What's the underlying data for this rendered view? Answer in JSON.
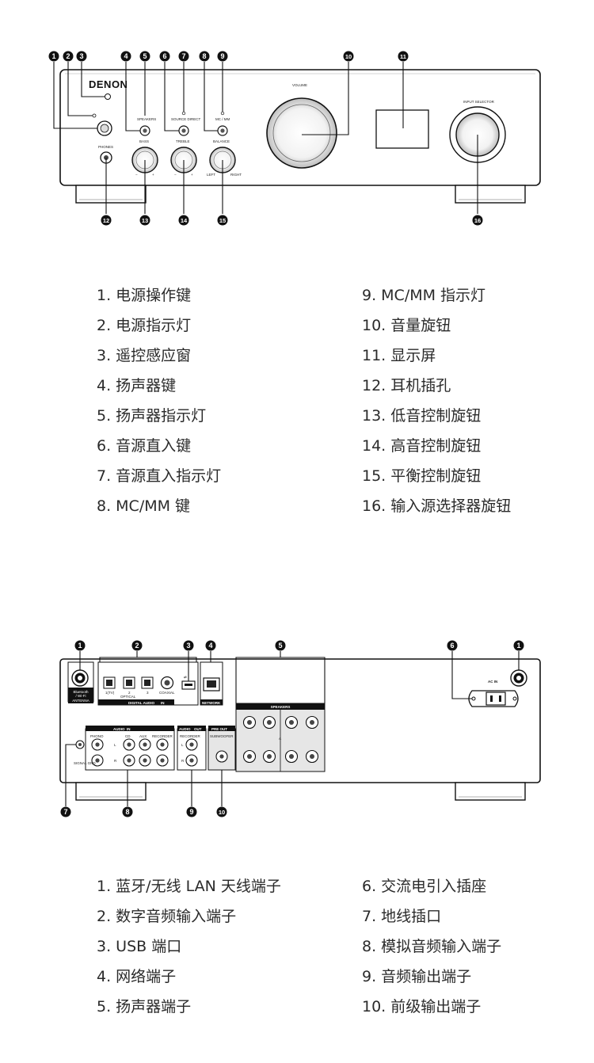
{
  "front_panel": {
    "brand": "DENON",
    "labels": {
      "volume": "VOLUME",
      "input_selector": "INPUT SELECTOR",
      "speakers": "SPEAKERS",
      "source_direct": "SOURCE DIRECT",
      "mc_mm": "MC / MM",
      "bass": "BASS",
      "treble": "TREBLE",
      "balance": "BALANCE",
      "phones": "PHONES",
      "left": "LEFT",
      "right": "RIGHT",
      "minus": "−",
      "plus": "+"
    },
    "callouts": [
      "1",
      "2",
      "3",
      "4",
      "5",
      "6",
      "7",
      "8",
      "9",
      "10",
      "11",
      "12",
      "13",
      "14",
      "15",
      "16"
    ],
    "items_left": [
      "1. 电源操作键",
      "2. 电源指示灯",
      "3. 遥控感应窗",
      "4. 扬声器键",
      "5. 扬声器指示灯",
      "6. 音源直入键",
      "7. 音源直入指示灯",
      "8. MC/MM 键"
    ],
    "items_right": [
      "9. MC/MM 指示灯",
      "10. 音量旋钮",
      "11. 显示屏",
      "12. 耳机插孔",
      "13. 低音控制旋钮",
      "14. 高音控制旋钮",
      "15. 平衡控制旋钮",
      "16. 输入源选择器旋钮"
    ]
  },
  "rear_panel": {
    "labels": {
      "antenna": "Bluetooth / Wi-Fi ANTENNA",
      "antenna_l1": "Bluetooth",
      "antenna_l2": "/ Wi-Fi",
      "antenna_l3": "ANTENNA",
      "digital_audio": "DIGITAL AUDIO",
      "in": "IN",
      "out": "OUT",
      "optical": "OPTICAL",
      "opt1": "1(TV)",
      "opt2": "2",
      "opt3": "3",
      "coaxial": "COAXIAL",
      "network": "NETWORK",
      "speakers": "SPEAKERS",
      "ac_in": "AC IN",
      "audio": "AUDIO",
      "phono": "PHONO",
      "cd": "CD",
      "aux": "AUX",
      "recorder": "RECORDER",
      "pre_out": "PRE OUT",
      "subwoofer": "SUBWOOFER",
      "signal_gnd": "SIGNAL GND",
      "l": "L",
      "r": "R",
      "a": "A",
      "b": "B"
    },
    "callouts": [
      "1",
      "2",
      "3",
      "4",
      "5",
      "6",
      "1",
      "7",
      "8",
      "9",
      "10"
    ],
    "items_left": [
      "1. 蓝牙/无线 LAN 天线端子",
      "2. 数字音频输入端子",
      "3. USB 端口",
      "4. 网络端子",
      "5. 扬声器端子"
    ],
    "items_right": [
      "6. 交流电引入插座",
      "7. 地线插口",
      "8. 模拟音频输入端子",
      "9.  音频输出端子",
      "10. 前级输出端子"
    ]
  },
  "colors": {
    "line": "#111111",
    "panel_gray": "#e6e6e6",
    "text": "#2a2a2a"
  }
}
